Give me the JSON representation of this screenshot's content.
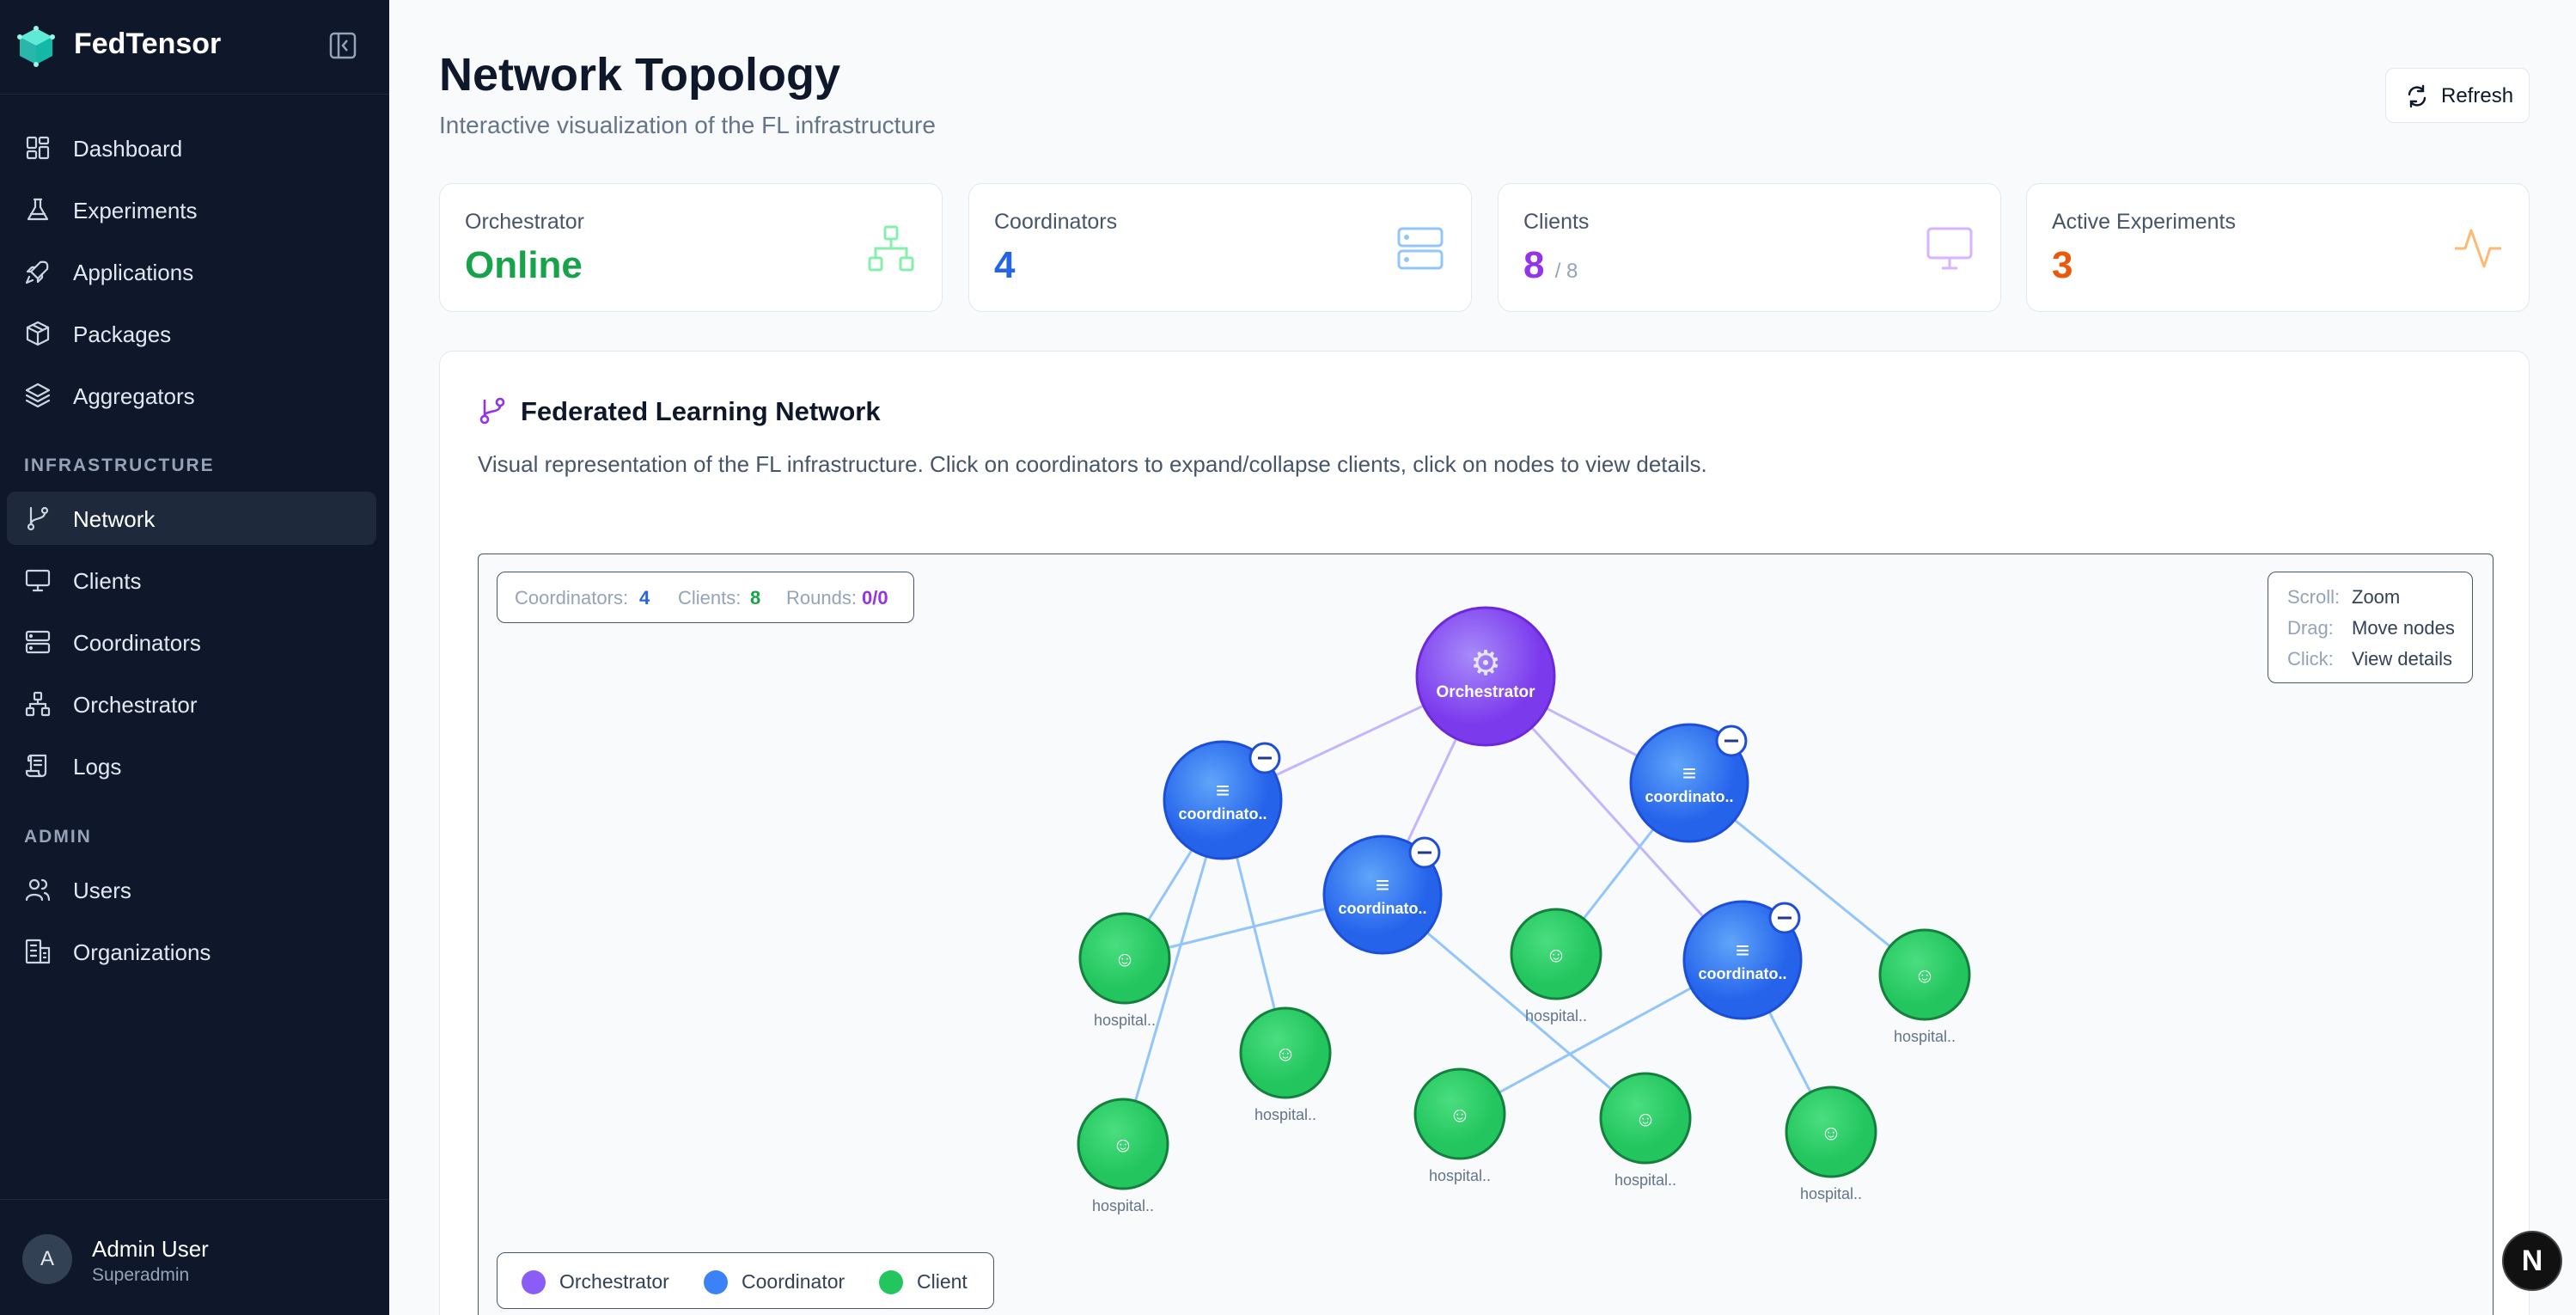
{
  "sidebar": {
    "brand": "FedTensor",
    "nav_main": [
      {
        "label": "Dashboard",
        "icon": "dashboard-icon"
      },
      {
        "label": "Experiments",
        "icon": "flask-icon"
      },
      {
        "label": "Applications",
        "icon": "rocket-icon"
      },
      {
        "label": "Packages",
        "icon": "package-icon"
      },
      {
        "label": "Aggregators",
        "icon": "layers-icon"
      }
    ],
    "section_infra": "INFRASTRUCTURE",
    "nav_infra": [
      {
        "label": "Network",
        "icon": "git-branch-icon",
        "active": true
      },
      {
        "label": "Clients",
        "icon": "monitor-icon"
      },
      {
        "label": "Coordinators",
        "icon": "server-icon"
      },
      {
        "label": "Orchestrator",
        "icon": "network-icon"
      },
      {
        "label": "Logs",
        "icon": "scroll-icon"
      }
    ],
    "section_admin": "ADMIN",
    "nav_admin": [
      {
        "label": "Users",
        "icon": "users-icon"
      },
      {
        "label": "Organizations",
        "icon": "building-icon"
      }
    ],
    "user": {
      "initial": "A",
      "name": "Admin User",
      "role": "Superadmin"
    }
  },
  "header": {
    "title": "Network Topology",
    "subtitle": "Interactive visualization of the FL infrastructure",
    "refresh_label": "Refresh"
  },
  "stats": {
    "orchestrator": {
      "title": "Orchestrator",
      "value": "Online",
      "color": "#16a34a"
    },
    "coordinators": {
      "title": "Coordinators",
      "value": "4",
      "color": "#2563eb"
    },
    "clients": {
      "title": "Clients",
      "value": "8",
      "total": "/ 8",
      "color": "#9333ea"
    },
    "experiments": {
      "title": "Active Experiments",
      "value": "3",
      "color": "#ea580c"
    }
  },
  "network": {
    "title": "Federated Learning Network",
    "description": "Visual representation of the FL infrastructure. Click on coordinators to expand/collapse clients, click on nodes to view details.",
    "summary": {
      "coordinators_label": "Coordinators:",
      "coordinators_value": "4",
      "clients_label": "Clients:",
      "clients_value": "8",
      "rounds_label": "Rounds:",
      "rounds_value": "0/0"
    },
    "help": {
      "scroll_k": "Scroll:",
      "scroll_v": "Zoom",
      "drag_k": "Drag:",
      "drag_v": "Move nodes",
      "click_k": "Click:",
      "click_v": "View details"
    },
    "legend": {
      "orchestrator": "Orchestrator",
      "coordinator": "Coordinator",
      "client": "Client"
    },
    "orchestrator_label": "Orchestrator",
    "coordinator_label": "coordinato..",
    "client_label": "hospital..",
    "colors": {
      "orchestrator": "#8b5cf6",
      "coordinator": "#3b82f6",
      "client": "#22c55e"
    }
  }
}
